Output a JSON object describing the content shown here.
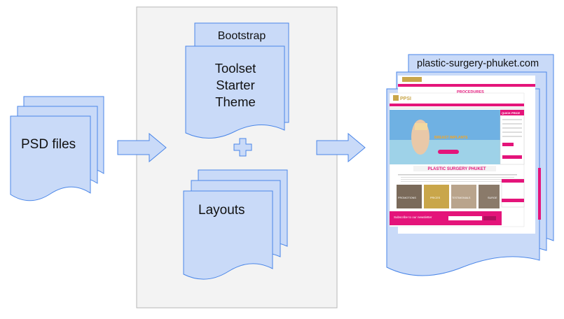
{
  "psd": {
    "label": "PSD files"
  },
  "bootstrap": {
    "label": "Bootstrap"
  },
  "toolset": {
    "line1": "Toolset",
    "line2": "Starter",
    "line3": "Theme"
  },
  "layouts": {
    "label": "Layouts"
  },
  "output": {
    "label": "plastic-surgery-phuket.com",
    "screenshot": {
      "logo": "PPSI",
      "procedures_heading": "PROCEDURES",
      "hero_text": "BREAST IMPLANTS",
      "quick_price": "QUICK PRICE",
      "site_title": "PLASTIC SURGERY PHUKET",
      "tiles": [
        "PROMOTIONS",
        "PRICES",
        "TESTIMONIALS",
        "SURGE"
      ],
      "newsletter": "Subscribe to our newsletter"
    }
  },
  "colors": {
    "doc_fill": "#c9daf8",
    "doc_stroke": "#4a86e8",
    "panel_fill": "#f3f3f3",
    "panel_stroke": "#b7b7b7",
    "accent_pink": "#e4147a"
  }
}
